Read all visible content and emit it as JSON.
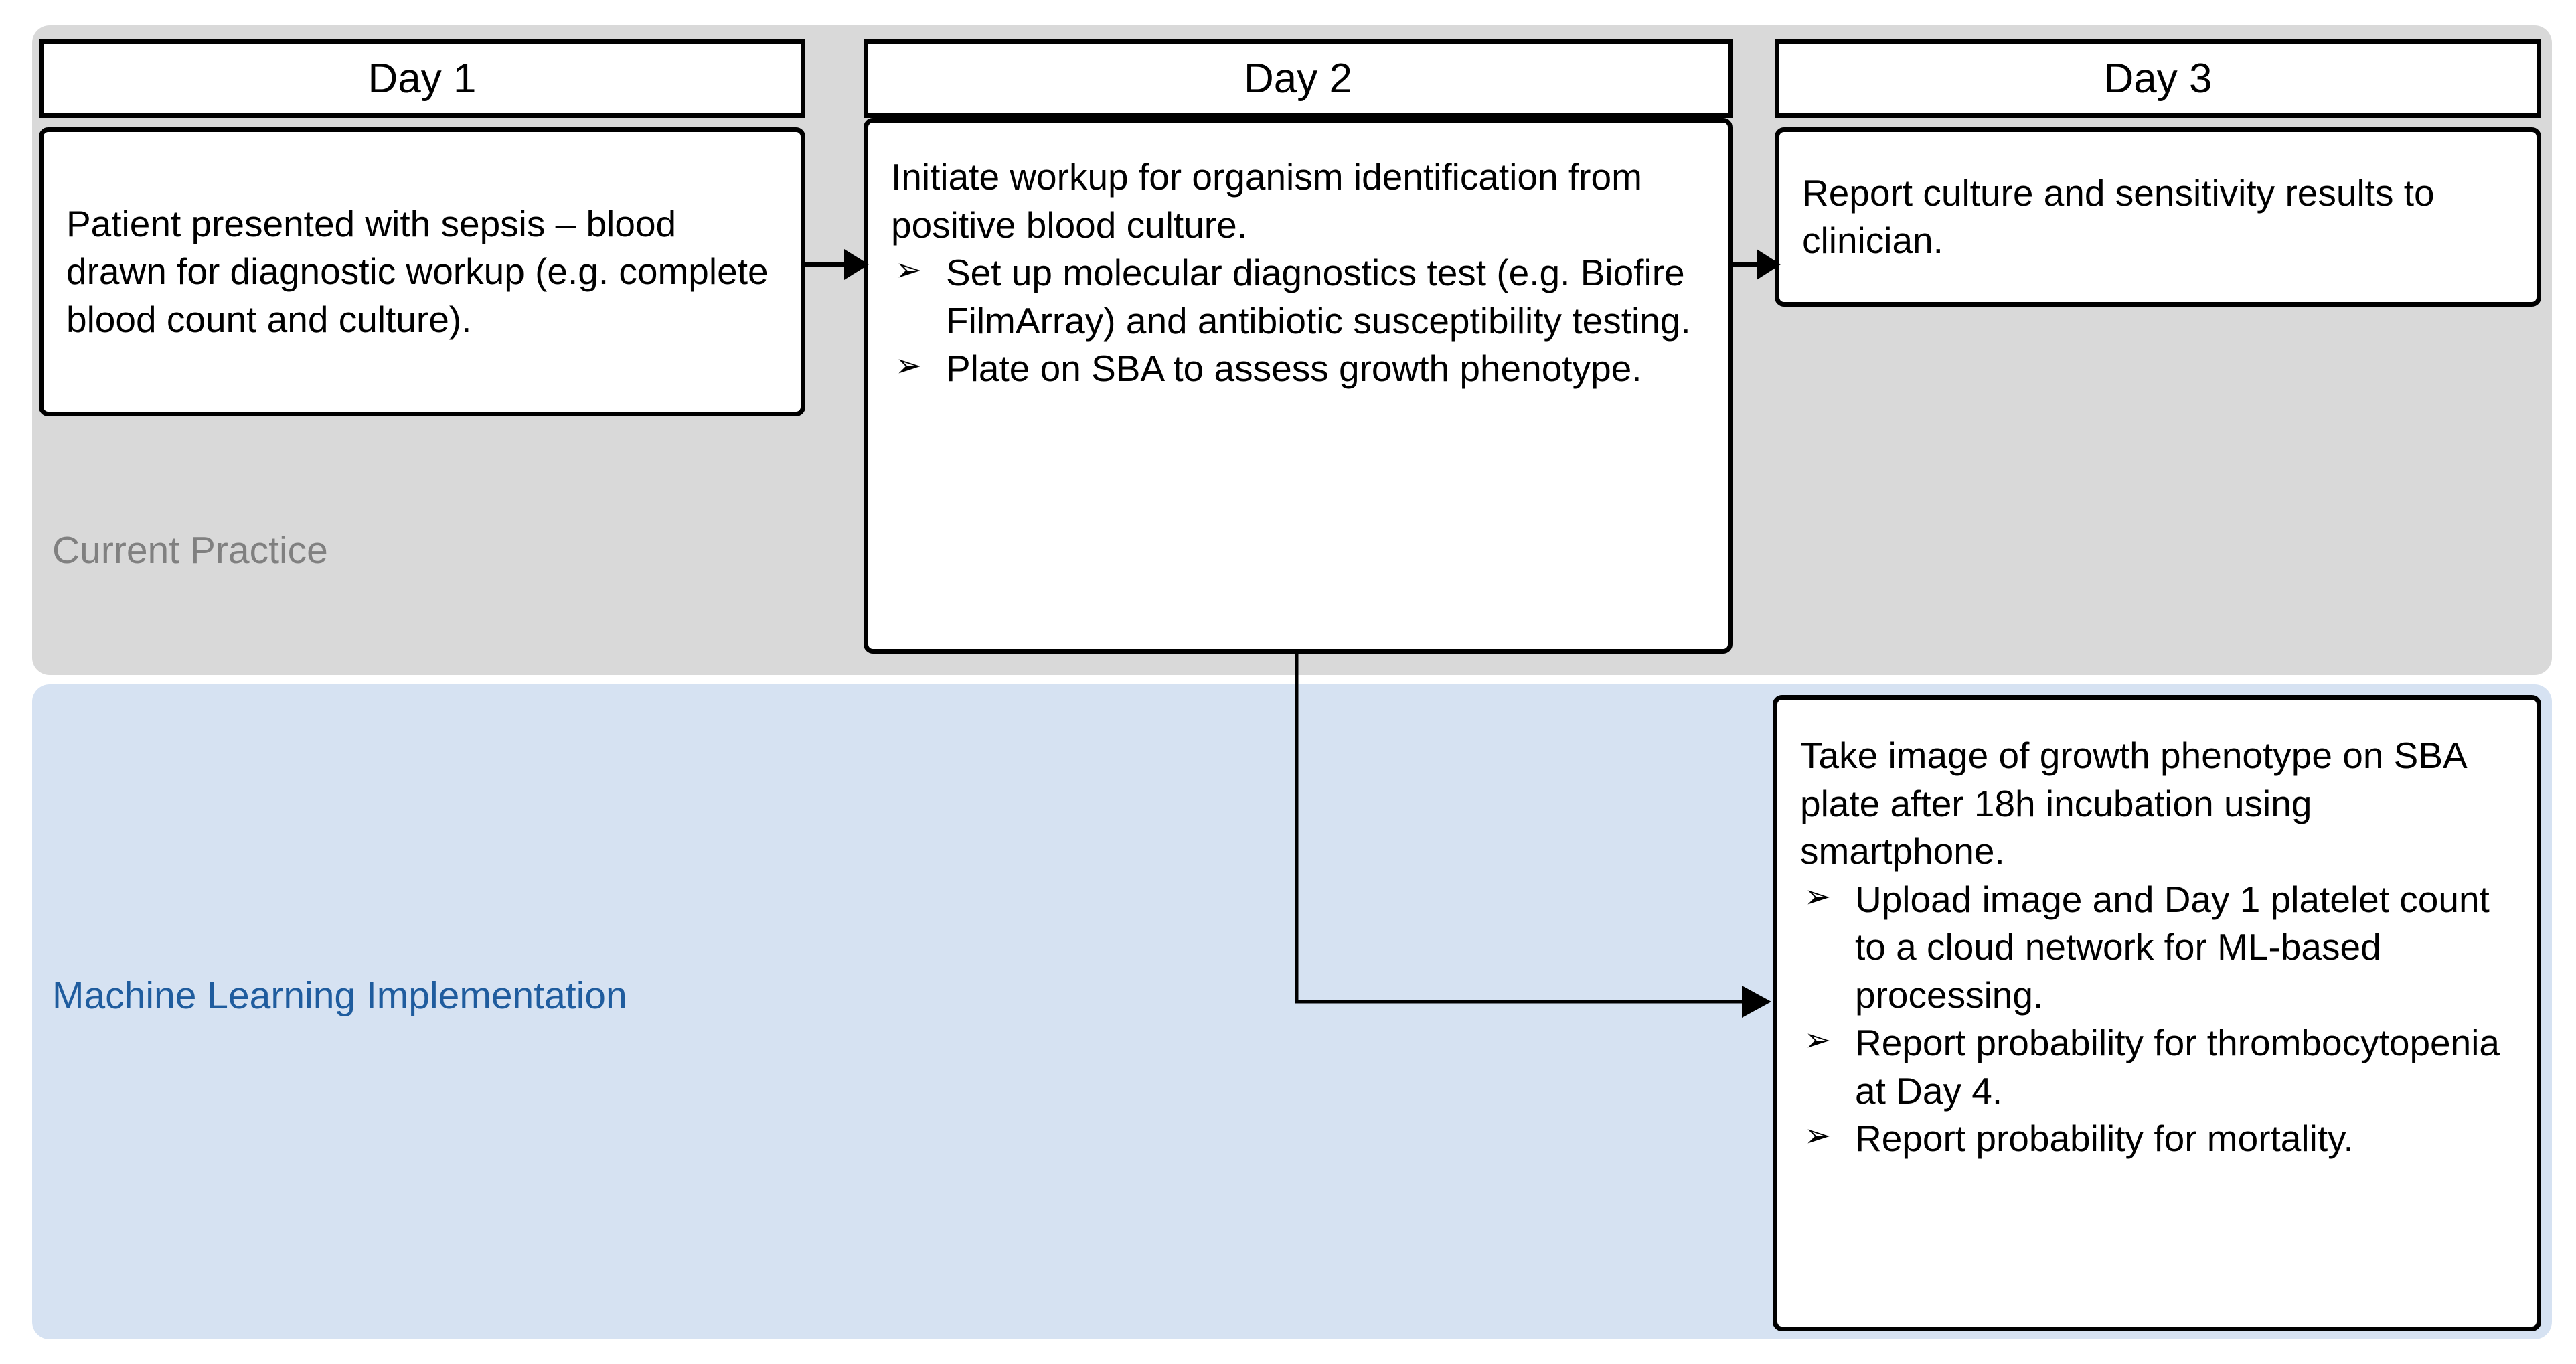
{
  "lanes": [
    {
      "id": "current",
      "label": "Current Practice",
      "color": "#d9d9d9",
      "text_color": "#808080"
    },
    {
      "id": "ml",
      "label": "Machine Learning Implementation",
      "color": "#d6e2f2",
      "text_color": "#1f5c9e"
    }
  ],
  "columns": {
    "day1": {
      "header": "Day 1"
    },
    "day2": {
      "header": "Day 2"
    },
    "day3": {
      "header": "Day 3"
    }
  },
  "boxes": {
    "day1": {
      "text": "Patient presented with sepsis – blood drawn for diagnostic workup (e.g. complete blood count and culture)."
    },
    "day2": {
      "text": "Initiate workup for organism identification from positive blood culture.",
      "bullets": [
        "Set up molecular diagnostics test (e.g. Biofire FilmArray) and antibiotic susceptibility testing.",
        "Plate on SBA to assess growth phenotype."
      ]
    },
    "day3": {
      "text": "Report culture and sensitivity results to clinician."
    },
    "ml": {
      "text": "Take image of growth phenotype on SBA plate after 18h incubation using smartphone.",
      "bullets": [
        "Upload image and Day 1 platelet count to a cloud network for ML-based processing.",
        "Report probability for thrombocytopenia at Day 4.",
        "Report probability for mortality."
      ]
    }
  },
  "bullet_glyph": "➢",
  "connectors": [
    {
      "id": "day1-to-day2",
      "kind": "arrow-right"
    },
    {
      "id": "day2-to-day3",
      "kind": "arrow-right"
    },
    {
      "id": "day2-to-ml",
      "kind": "elbow-down-right-arrow"
    }
  ],
  "colors": {
    "border": "#000000",
    "box_fill": "#ffffff",
    "current_lane": "#d9d9d9",
    "ml_lane": "#d6e2f2",
    "ml_label": "#1f5c9e",
    "current_label": "#808080",
    "page_background": "#ffffff"
  }
}
